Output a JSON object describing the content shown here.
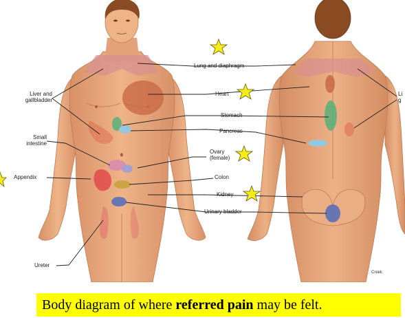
{
  "front_labels": {
    "lung": "Lung and diaphragm",
    "heart": "Heart",
    "liver": "Liver and\ngallbladder",
    "stomach": "Stomach",
    "pancreas": "Pancreas",
    "small_intestine": "Small\nintestine",
    "ovary": "Ovary\n(female)",
    "appendix": "Appendix",
    "colon": "Colon",
    "kidney": "Kidney",
    "bladder": "Urinary bladder",
    "ureter": "Ureter"
  },
  "back_labels": {
    "liver_partial": "Li\ng"
  },
  "credit": "Creek",
  "caption": {
    "prefix": "Body diagram of where ",
    "bold": "referred pain",
    "suffix": " may be felt."
  },
  "colors": {
    "background": "#ffffff",
    "skin": "#e8a97c",
    "skin_shade": "#cf8a5f",
    "hair": "#8a4a22",
    "caption_bg": "#ffff00",
    "star_fill": "#f5ee1c",
    "star_stroke": "#6b5a00",
    "heart_zone": "#c86a45",
    "stomach_zone": "#5fb07a",
    "pancreas_zone": "#8fc8e8",
    "appendix_zone": "#e24a4a",
    "colon_zone": "#c9a23a",
    "bladder_zone": "#5a6fb8",
    "intestine_zone": "#d88ab0",
    "lung_zone": "#d89090",
    "liver_zone": "#e07050"
  }
}
